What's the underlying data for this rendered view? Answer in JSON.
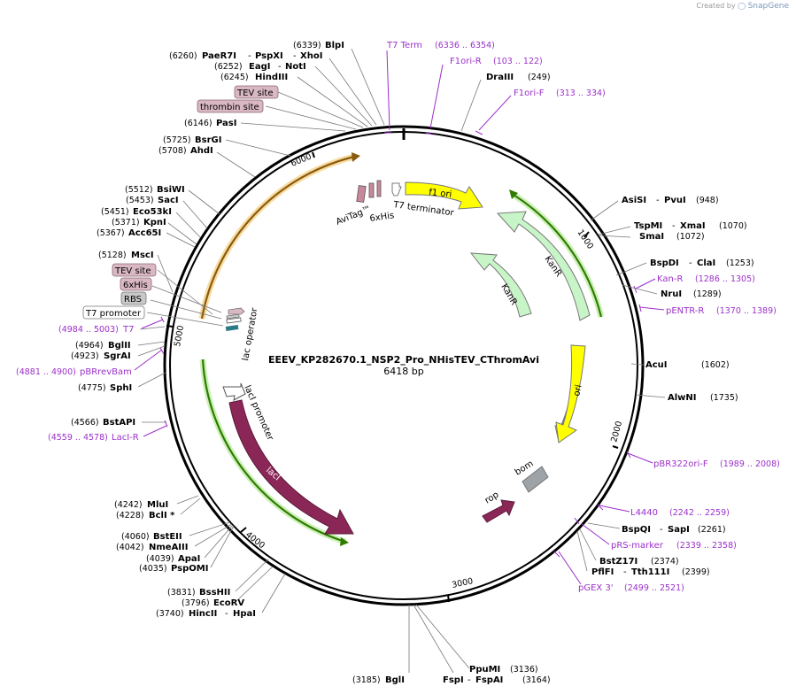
{
  "credit": {
    "text": "Created by",
    "brand": "SnapGene"
  },
  "plasmid": {
    "name": "EEEV_KP282670.1_NSP2_Pro_NHisTEV_CThromAvi",
    "length": "6418 bp"
  },
  "ticks": [
    "1000",
    "2000",
    "3000",
    "4000",
    "5000",
    "6000"
  ],
  "sites": [
    {
      "id": "blpi",
      "name": "BlpI",
      "pos": "(6339)"
    },
    {
      "id": "paer7i",
      "name": "PaeR7I",
      "pos": "(6260)"
    },
    {
      "id": "pspxi",
      "name": "PspXI"
    },
    {
      "id": "xhoi",
      "name": "XhoI"
    },
    {
      "id": "eagi",
      "name": "EagI",
      "pos": "(6252)"
    },
    {
      "id": "noti",
      "name": "NotI"
    },
    {
      "id": "hindiii",
      "name": "HindIII",
      "pos": "(6245)"
    },
    {
      "id": "pasi",
      "name": "PasI",
      "pos": "(6146)"
    },
    {
      "id": "bsrgi",
      "name": "BsrGI",
      "pos": "(5725)"
    },
    {
      "id": "ahdi",
      "name": "AhdI",
      "pos": "(5708)"
    },
    {
      "id": "bsiwi",
      "name": "BsiWI",
      "pos": "(5512)"
    },
    {
      "id": "saci",
      "name": "SacI",
      "pos": "(5453)"
    },
    {
      "id": "eco53ki",
      "name": "Eco53kI",
      "pos": "(5451)"
    },
    {
      "id": "kpni",
      "name": "KpnI",
      "pos": "(5371)"
    },
    {
      "id": "acc65i",
      "name": "Acc65I",
      "pos": "(5367)"
    },
    {
      "id": "msci",
      "name": "MscI",
      "pos": "(5128)"
    },
    {
      "id": "bglii",
      "name": "BglII",
      "pos": "(4964)"
    },
    {
      "id": "sgrai",
      "name": "SgrAI",
      "pos": "(4923)"
    },
    {
      "id": "sphi",
      "name": "SphI",
      "pos": "(4775)"
    },
    {
      "id": "bstapi",
      "name": "BstAPI",
      "pos": "(4566)"
    },
    {
      "id": "mlui",
      "name": "MluI",
      "pos": "(4242)"
    },
    {
      "id": "bcli",
      "name": "BclI *",
      "pos": "(4228)"
    },
    {
      "id": "bsteii",
      "name": "BstEII",
      "pos": "(4060)"
    },
    {
      "id": "nmeaiii",
      "name": "NmeAIII",
      "pos": "(4042)"
    },
    {
      "id": "apai",
      "name": "ApaI",
      "pos": "(4039)"
    },
    {
      "id": "pspomi",
      "name": "PspOMI",
      "pos": "(4035)"
    },
    {
      "id": "bsshii",
      "name": "BssHII",
      "pos": "(3831)"
    },
    {
      "id": "ecorv",
      "name": "EcoRV",
      "pos": "(3796)"
    },
    {
      "id": "hincii",
      "name": "HincII",
      "pos": "(3740)"
    },
    {
      "id": "hpai",
      "name": "HpaI"
    },
    {
      "id": "bgli",
      "name": "BglI",
      "pos": "(3185)"
    },
    {
      "id": "fspi",
      "name": "FspI"
    },
    {
      "id": "fspai",
      "name": "FspAI",
      "pos": "(3164)"
    },
    {
      "id": "ppumi",
      "name": "PpuMI",
      "pos": "(3136)"
    },
    {
      "id": "draiii",
      "name": "DraIII",
      "pos": "(249)"
    },
    {
      "id": "asisi",
      "name": "AsiSI"
    },
    {
      "id": "pvui",
      "name": "PvuI",
      "pos": "(948)"
    },
    {
      "id": "tspmi",
      "name": "TspMI"
    },
    {
      "id": "xmai",
      "name": "XmaI",
      "pos": "(1070)"
    },
    {
      "id": "smai",
      "name": "SmaI",
      "pos": "(1072)"
    },
    {
      "id": "bspdi",
      "name": "BspDI"
    },
    {
      "id": "clai",
      "name": "ClaI",
      "pos": "(1253)"
    },
    {
      "id": "nrui",
      "name": "NruI",
      "pos": "(1289)"
    },
    {
      "id": "acui",
      "name": "AcuI",
      "pos": "(1602)"
    },
    {
      "id": "alwni",
      "name": "AlwNI",
      "pos": "(1735)"
    },
    {
      "id": "bspqi",
      "name": "BspQI"
    },
    {
      "id": "sapi",
      "name": "SapI",
      "pos": "(2261)"
    },
    {
      "id": "bstz17i",
      "name": "BstZ17I",
      "pos": "(2374)"
    },
    {
      "id": "pflfi",
      "name": "PflFI"
    },
    {
      "id": "tth111i",
      "name": "Tth111I",
      "pos": "(2399)"
    }
  ],
  "primers": [
    {
      "id": "t7term",
      "name": "T7 Term",
      "pos": "(6336 .. 6354)"
    },
    {
      "id": "f1orir",
      "name": "F1ori-R",
      "pos": "(103 .. 122)"
    },
    {
      "id": "f1orif",
      "name": "F1ori-F",
      "pos": "(313 .. 334)"
    },
    {
      "id": "kanr",
      "name": "Kan-R",
      "pos": "(1286 .. 1305)"
    },
    {
      "id": "pentrr",
      "name": "pENTR-R",
      "pos": "(1370 .. 1389)"
    },
    {
      "id": "pbr322orif",
      "name": "pBR322ori-F",
      "pos": "(1989 .. 2008)"
    },
    {
      "id": "l4440",
      "name": "L4440",
      "pos": "(2242 .. 2259)"
    },
    {
      "id": "prsmarker",
      "name": "pRS-marker",
      "pos": "(2339 .. 2358)"
    },
    {
      "id": "pgex3",
      "name": "pGEX 3'",
      "pos": "(2499 .. 2521)"
    },
    {
      "id": "t7",
      "name": "T7",
      "pos": "(4984 .. 5003)"
    },
    {
      "id": "pbrrevbam",
      "name": "pBRrevBam",
      "pos": "(4881 .. 4900)"
    },
    {
      "id": "lacir",
      "name": "LacI-R",
      "pos": "(4559 .. 4578)"
    }
  ],
  "chips": [
    {
      "id": "tevsite1",
      "label": "TEV site",
      "color": "#d9b8c3"
    },
    {
      "id": "thrombin",
      "label": "thrombin site",
      "color": "#d9b8c3"
    },
    {
      "id": "tevsite2",
      "label": "TEV site",
      "color": "#d9b8c3"
    },
    {
      "id": "sixhis",
      "label": "6xHis",
      "color": "#d9b8c3"
    },
    {
      "id": "rbs",
      "label": "RBS",
      "color": "#c8c8c8"
    },
    {
      "id": "t7prom",
      "label": "T7 promoter",
      "color": "#ffffff"
    }
  ],
  "features": {
    "f1ori": "f1 ori",
    "kanr_outer": "KanR",
    "kanr_inner": "KanR",
    "ori": "ori",
    "bom": "bom",
    "rop": "rop",
    "laci": "lacI",
    "laci_promoter": "lacI promoter",
    "lac_operator": "lac operator",
    "avitag": "AviTag™",
    "sixhis": "6xHis",
    "t7_terminator": "T7 terminator"
  },
  "colors": {
    "primer": "#9b30c9",
    "f1ori": "#ffff00",
    "kanr": "#c8f5c8",
    "laci": "#8b2757",
    "bom": "#9ea3a8",
    "orange": "#f0a640",
    "green_line": "#2e8b00"
  }
}
